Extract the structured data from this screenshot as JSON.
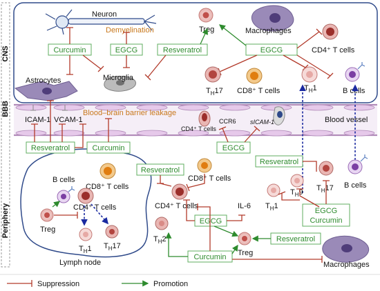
{
  "regions": {
    "cns": "CNS",
    "bbb": "BBB",
    "periphery": "Periphery"
  },
  "cells": {
    "neuron": "Neuron",
    "treg_top": "Treg",
    "macrophages_top": "Macrophages",
    "cd4_top": "CD4⁺ T cells",
    "th17_top": "T",
    "th17_top_sub": "H",
    "th17_top_num": "17",
    "cd8_top": "CD8⁺ T cells",
    "th1_top": "T",
    "th1_top_sub": "H",
    "th1_top_num": "1",
    "bcells_top": "B cells",
    "astrocytes": "Astrocytes",
    "microglia": "Microglia",
    "cd4_bbb": "CD4⁺ T cells",
    "blood_vessel": "Blood vessel",
    "bcells_periph_right": "B cells",
    "cd8_lymph": "CD8⁺ T cells",
    "bcells_lymph": "B cells",
    "cd4_lymph": "CD4⁺ T cells",
    "treg_lymph": "Treg",
    "th1_lymph": "T",
    "th1_lymph_sub": "H",
    "th1_lymph_num": "1",
    "th17_lymph": "T",
    "th17_lymph_sub": "H",
    "th17_lymph_num": "17",
    "lymph_node": "Lymph node",
    "cd8_periph": "CD8⁺ T cells",
    "cd4_periph": "CD4⁺ T cells",
    "th2_periph": "T",
    "th2_periph_sub": "H",
    "th2_periph_num": "2",
    "il6": "IL-6",
    "treg_periph": "Treg",
    "macrophages_periph": "Macrophages",
    "th17_periph": "T",
    "th17_periph_sub": "H",
    "th17_periph_num": "17",
    "th9_periph": "T",
    "th9_periph_sub": "H",
    "th9_periph_num": "9",
    "th1_periph": "T",
    "th1_periph_sub": "H",
    "th1_periph_num": "1"
  },
  "processes": {
    "demyelination": "Demyelination",
    "bbb_leakage": "Blood–brain barrier leakage"
  },
  "molecules": {
    "icam1": "ICAM-1",
    "vcam1": "VCAM-1",
    "ccr6": "CCR6",
    "sicam1": "sICAM-1"
  },
  "compounds": {
    "curcumin_cns": "Curcumin",
    "egcg_cns": "EGCG",
    "resveratrol_cns": "Resveratrol",
    "egcg_cns_right": "EGCG",
    "resveratrol_bbb": "Resveratrol",
    "curcumin_bbb": "Curcumin",
    "egcg_bbb": "EGCG",
    "resveratrol_periph_right": "Resveratrol",
    "resveratrol_periph_left": "Resveratrol",
    "egcg_periph_mid": "EGCG",
    "egcg_periph_right": "EGCG",
    "curcumin_periph_right": "Curcumin",
    "resveratrol_periph_treg": "Resveratrol",
    "curcumin_periph_bottom": "Curcumin"
  },
  "legend": {
    "suppression": "Suppression",
    "promotion": "Promotion"
  },
  "colors": {
    "suppression": "#b23a2a",
    "promotion": "#2e8b2e",
    "compound_border": "#5fae5f",
    "cns_border": "#2f4a8a",
    "vessel": "#c79ac9",
    "demyelination_text": "#c8781c"
  }
}
